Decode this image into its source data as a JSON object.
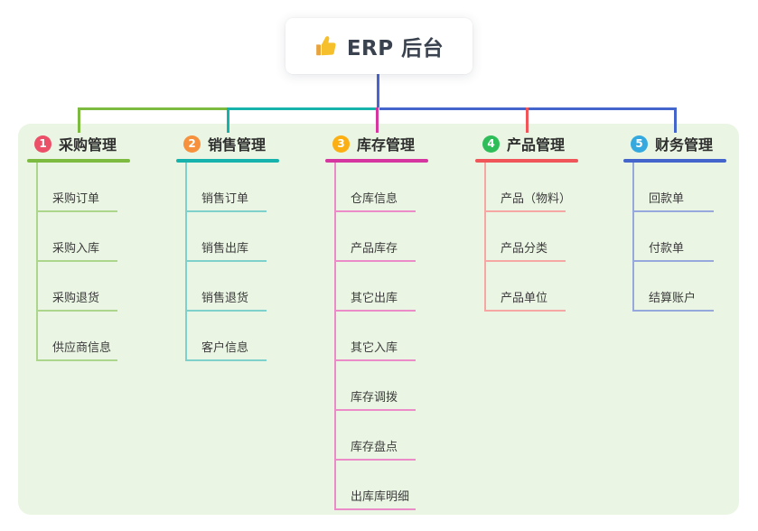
{
  "root": {
    "label": "ERP 后台",
    "icon": "thumbs-up-icon"
  },
  "colors": {
    "root_line": "#4a64d0",
    "panel_bg": "#eaf6e3",
    "root_text": "#39424e",
    "thumb_yellow": "#f5c02c"
  },
  "branches": [
    {
      "badge": "1",
      "label": "采购管理",
      "badge_color": "#ec4f68",
      "line_color": "#7cbb3f",
      "light_color": "#abd68c",
      "children": [
        "采购订单",
        "采购入库",
        "采购退货",
        "供应商信息"
      ]
    },
    {
      "badge": "2",
      "label": "销售管理",
      "badge_color": "#f6913e",
      "line_color": "#16b3ad",
      "light_color": "#7fd2cc",
      "children": [
        "销售订单",
        "销售出库",
        "销售退货",
        "客户信息"
      ]
    },
    {
      "badge": "3",
      "label": "库存管理",
      "badge_color": "#fbaf12",
      "line_color": "#d6369f",
      "light_color": "#eb8cc9",
      "children": [
        "仓库信息",
        "产品库存",
        "其它出库",
        "其它入库",
        "库存调拨",
        "库存盘点",
        "出库库明细"
      ]
    },
    {
      "badge": "4",
      "label": "产品管理",
      "badge_color": "#2fbd5a",
      "line_color": "#f0555a",
      "light_color": "#f6a7a4",
      "children": [
        "产品（物料）",
        "产品分类",
        "产品单位"
      ]
    },
    {
      "badge": "5",
      "label": "财务管理",
      "badge_color": "#34a9e0",
      "line_color": "#4466cc",
      "light_color": "#97a9dc",
      "children": [
        "回款单",
        "付款单",
        "结算账户"
      ]
    }
  ]
}
